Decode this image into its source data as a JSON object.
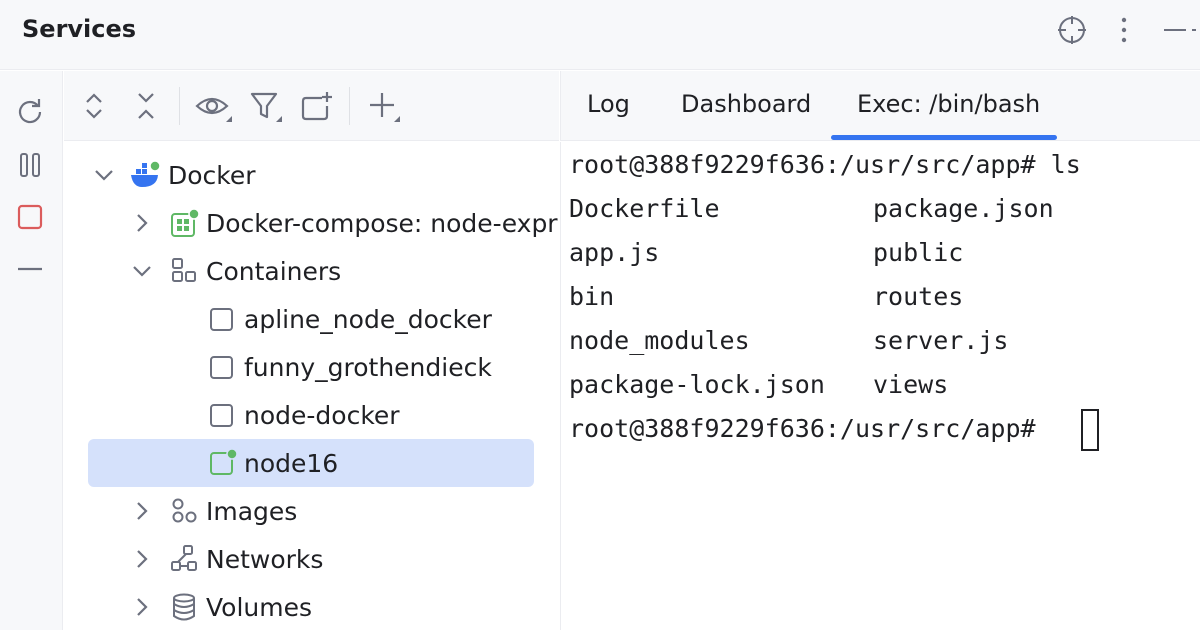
{
  "header": {
    "title": "Services",
    "icons": [
      "locate-icon",
      "more-vertical-icon",
      "minimize-icon"
    ]
  },
  "left_toolbar": {
    "icons": [
      "refresh-icon",
      "pause-icon",
      "stop-icon",
      "minus-icon"
    ]
  },
  "tree_toolbar": {
    "icons": [
      "expand-all-icon",
      "collapse-all-icon",
      "eye-icon",
      "filter-icon",
      "new-tab-icon",
      "add-icon"
    ]
  },
  "tree": {
    "docker": "Docker",
    "compose": "Docker-compose: node-expr",
    "containers": "Containers",
    "container_items": [
      "apline_node_docker",
      "funny_grothendieck",
      "node-docker",
      "node16"
    ],
    "images": "Images",
    "networks": "Networks",
    "volumes": "Volumes"
  },
  "tabs": {
    "log": "Log",
    "dashboard": "Dashboard",
    "exec": "Exec: /bin/bash",
    "active": "Exec: /bin/bash"
  },
  "terminal": {
    "prompt_command": "root@388f9229f636:/usr/src/app# ls",
    "files_col1": [
      "Dockerfile",
      "app.js",
      "bin",
      "node_modules",
      "package-lock.json"
    ],
    "files_col2": [
      "package.json",
      "public",
      "routes",
      "server.js",
      "views"
    ],
    "prompt": "root@388f9229f636:/usr/src/app# "
  },
  "colors": {
    "accent": "#3574f0",
    "selection": "#d5e1fb",
    "running_dot": "#5fb865",
    "stop_red": "#db5c5c",
    "docker_blue": "#3574f0"
  }
}
